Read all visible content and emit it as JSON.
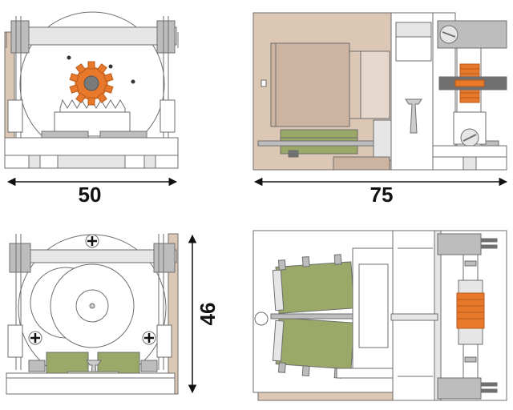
{
  "dimensions": {
    "width_label": "50",
    "length_label": "75",
    "height_label": "46"
  },
  "colors": {
    "outline": "#6e6e6e",
    "tan_panel": "#dcc6b4",
    "tan_dark": "#cdb4a0",
    "light_grey": "#e6e6e6",
    "mid_grey": "#bdbdbd",
    "dark_grey": "#707070",
    "gear_orange": "#e8782a",
    "gear_hub": "#7a7a7a",
    "motor_green": "#9aa868",
    "motor_green_dark": "#7f8f4d",
    "pcb_green": "#a9b87a"
  }
}
